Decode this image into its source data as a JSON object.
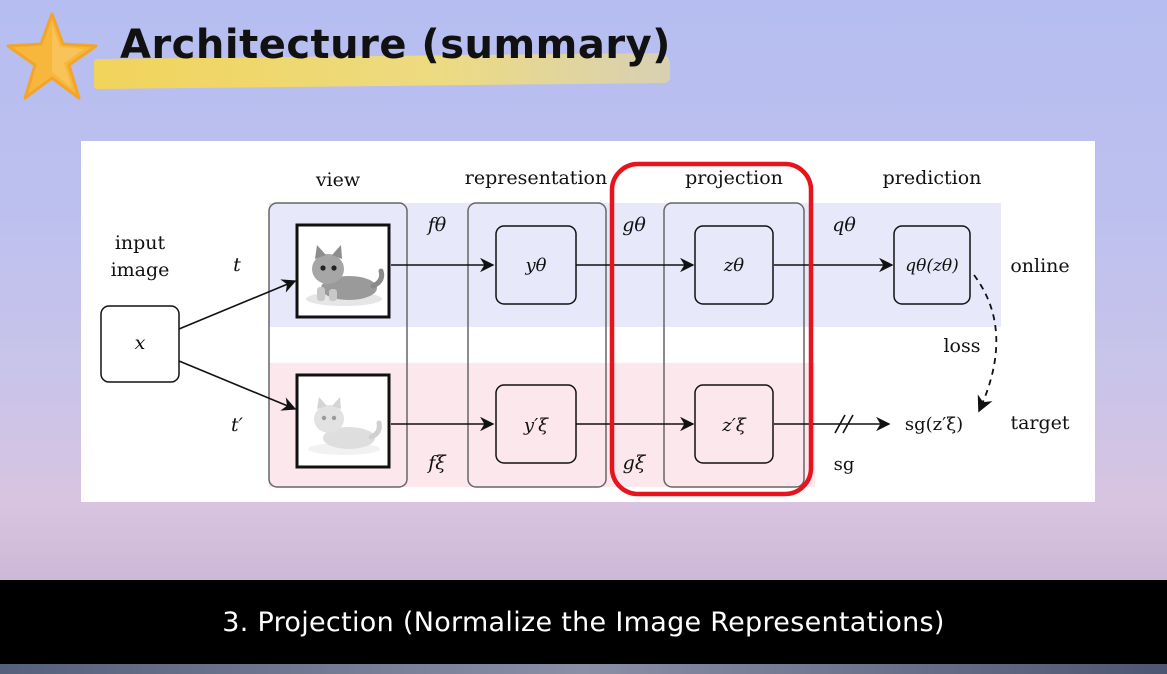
{
  "slide": {
    "title": "Architecture (summary)",
    "caption": "3. Projection (Normalize the Image Representations)"
  },
  "diagram": {
    "stage_labels": {
      "view": "view",
      "representation": "representation",
      "projection": "projection",
      "prediction": "prediction"
    },
    "input_label_line1": "input",
    "input_label_line2": "image",
    "input_node": "x",
    "aug_online": "t",
    "aug_target": "t′",
    "encoder_online": "fθ",
    "encoder_target": "fξ",
    "rep_online": "yθ",
    "rep_target": "y′ξ",
    "proj_fn_online": "gθ",
    "proj_fn_target": "gξ",
    "proj_online": "zθ",
    "proj_target": "z′ξ",
    "pred_fn": "qθ",
    "pred_online": "qθ(zθ)",
    "sg_output": "sg(z′ξ)",
    "sg_label": "sg",
    "loss_label": "loss",
    "online_label": "online",
    "target_label": "target",
    "online_band_color": "#e7e9fb",
    "target_band_color": "#fce7ec",
    "highlight_color": "#e8141c"
  }
}
